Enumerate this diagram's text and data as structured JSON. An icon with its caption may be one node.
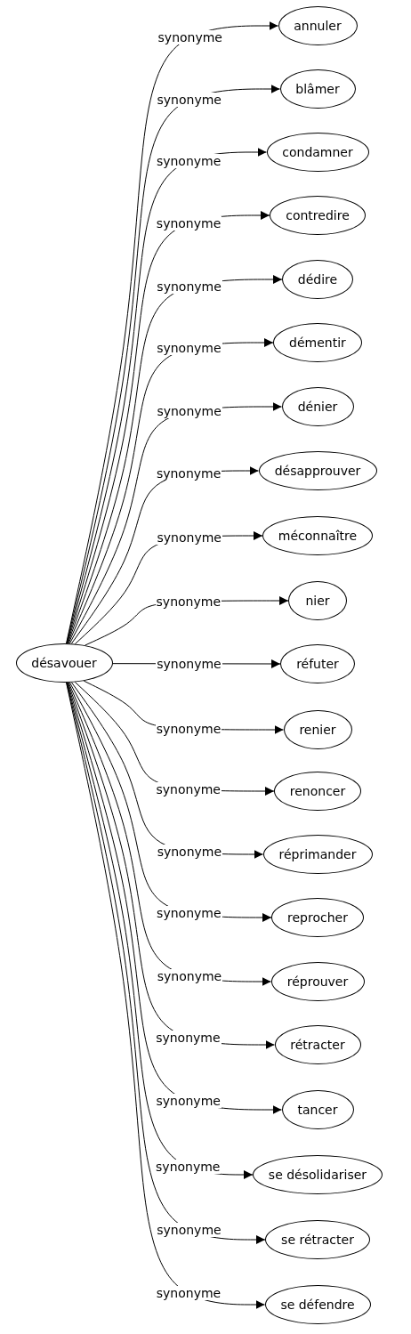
{
  "diagram": {
    "nodes": [
      {
        "text": [
          "désavouer"
        ]
      },
      {
        "text": [
          "annuler"
        ]
      },
      {
        "text": [
          "blâmer"
        ]
      },
      {
        "text": [
          "condamner"
        ]
      },
      {
        "text": [
          "contredire"
        ]
      },
      {
        "text": [
          "dédire"
        ]
      },
      {
        "text": [
          "démentir"
        ]
      },
      {
        "text": [
          "dénier"
        ]
      },
      {
        "text": [
          "désapprouver"
        ]
      },
      {
        "text": [
          "méconnaître"
        ]
      },
      {
        "text": [
          "nier"
        ]
      },
      {
        "text": [
          "réfuter"
        ]
      },
      {
        "text": [
          "renier"
        ]
      },
      {
        "text": [
          "renoncer"
        ]
      },
      {
        "text": [
          "réprimander"
        ]
      },
      {
        "text": [
          "reprocher"
        ]
      },
      {
        "text": [
          "réprouver"
        ]
      },
      {
        "text": [
          "rétracter"
        ]
      },
      {
        "text": [
          "tancer"
        ]
      },
      {
        "text": [
          "se désolidariser"
        ]
      },
      {
        "text": [
          "se rétracter"
        ]
      },
      {
        "text": [
          "se défendre"
        ]
      }
    ],
    "edges": [
      {
        "from": 0,
        "to": 1,
        "arrow": "to",
        "label": "synonyme"
      },
      {
        "from": 0,
        "to": 2,
        "arrow": "to",
        "label": "synonyme"
      },
      {
        "from": 0,
        "to": 3,
        "arrow": "to",
        "label": "synonyme"
      },
      {
        "from": 0,
        "to": 4,
        "arrow": "to",
        "label": "synonyme"
      },
      {
        "from": 0,
        "to": 5,
        "arrow": "to",
        "label": "synonyme"
      },
      {
        "from": 0,
        "to": 6,
        "arrow": "to",
        "label": "synonyme"
      },
      {
        "from": 0,
        "to": 7,
        "arrow": "to",
        "label": "synonyme"
      },
      {
        "from": 0,
        "to": 8,
        "arrow": "to",
        "label": "synonyme"
      },
      {
        "from": 0,
        "to": 9,
        "arrow": "to",
        "label": "synonyme"
      },
      {
        "from": 0,
        "to": 10,
        "arrow": "to",
        "label": "synonyme"
      },
      {
        "from": 0,
        "to": 11,
        "arrow": "to",
        "label": "synonyme"
      },
      {
        "from": 0,
        "to": 12,
        "arrow": "to",
        "label": "synonyme"
      },
      {
        "from": 0,
        "to": 13,
        "arrow": "to",
        "label": "synonyme"
      },
      {
        "from": 0,
        "to": 14,
        "arrow": "to",
        "label": "synonyme"
      },
      {
        "from": 0,
        "to": 15,
        "arrow": "to",
        "label": "synonyme"
      },
      {
        "from": 0,
        "to": 16,
        "arrow": "to",
        "label": "synonyme"
      },
      {
        "from": 0,
        "to": 17,
        "arrow": "to",
        "label": "synonyme"
      },
      {
        "from": 0,
        "to": 18,
        "arrow": "to",
        "label": "synonyme"
      },
      {
        "from": 0,
        "to": 19,
        "arrow": "to",
        "label": "synonyme"
      },
      {
        "from": 0,
        "to": 20,
        "arrow": "to",
        "label": "synonyme"
      },
      {
        "from": 0,
        "to": 21,
        "arrow": "to",
        "label": "synonyme"
      }
    ]
  }
}
